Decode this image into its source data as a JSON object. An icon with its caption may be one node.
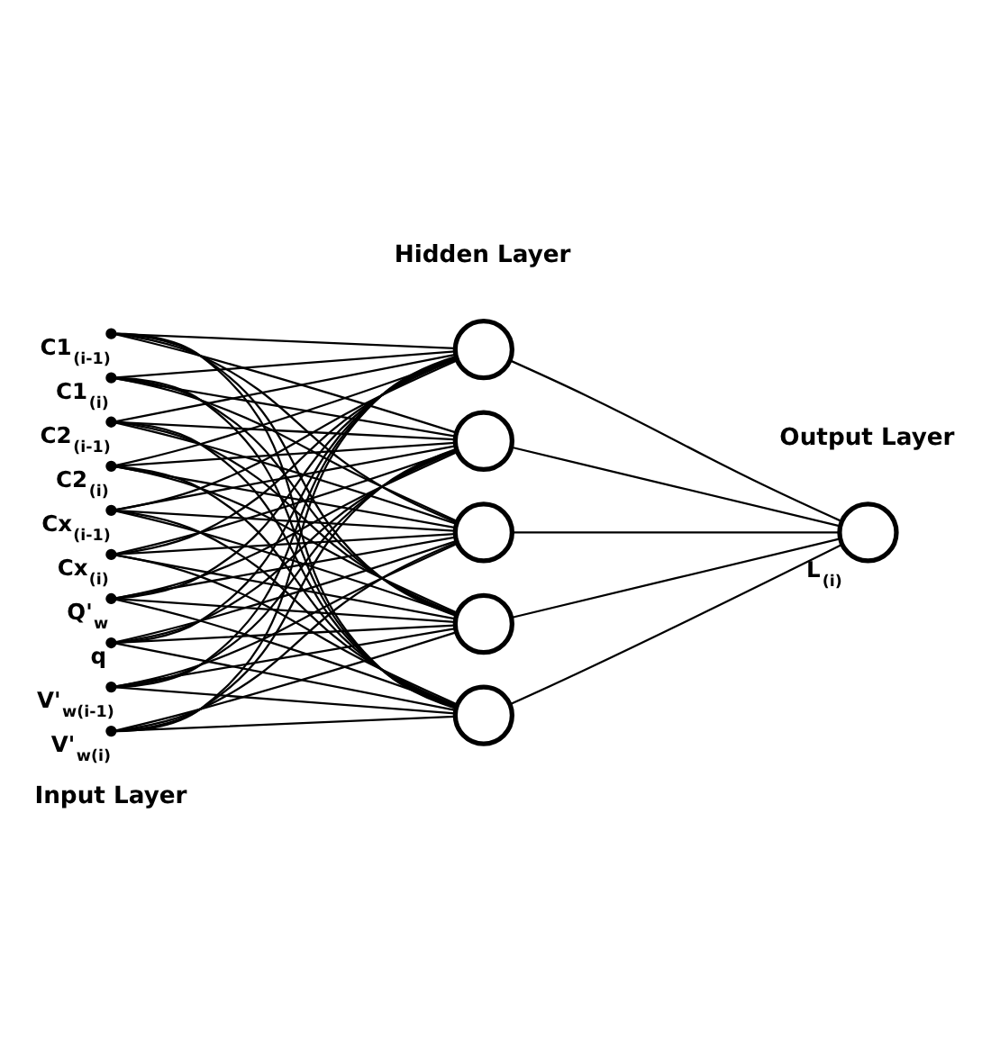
{
  "diagram": {
    "nodes": [
      {
        "text": [],
        "shape": "circle",
        "beside": [
          "Q'$_{w}$"
        ]
      },
      {
        "text": [],
        "shape": "circle",
        "beside": [
          "q"
        ]
      },
      {
        "text": [],
        "shape": "circle",
        "beside": [
          "V'$_{w(i-1)}$"
        ]
      },
      {
        "text": [],
        "shape": "circle",
        "beside": [
          "V'$_{w(i)}$"
        ]
      },
      {
        "text": [],
        "shape": "circle",
        "beside": [
          "C1$_{(i-1)}$"
        ]
      },
      {
        "text": [],
        "shape": "circle",
        "beside": [
          "C1$_{(i)}$"
        ]
      },
      {
        "text": [],
        "shape": "circle",
        "beside": [
          "C2$_{(i-1)}$"
        ]
      },
      {
        "text": [],
        "shape": "circle",
        "beside": [
          "C2$_{(i)}$"
        ]
      },
      {
        "text": [],
        "shape": "circle",
        "beside": [
          "Cx$_{(i-1)}$"
        ]
      },
      {
        "text": [],
        "shape": "circle",
        "beside": [
          "Cx$_{(i)}$"
        ]
      },
      {
        "text": [],
        "shape": "circle"
      },
      {
        "text": [],
        "shape": "circle"
      },
      {
        "text": [],
        "shape": "circle"
      },
      {
        "text": [],
        "shape": "circle"
      },
      {
        "text": [],
        "shape": "circle"
      },
      {
        "text": [],
        "shape": "circle",
        "beside": [
          "L$_{(i)}$"
        ]
      }
    ],
    "edges": [
      {
        "from": 0,
        "to": 10,
        "arrow": "none"
      },
      {
        "from": 0,
        "to": 11,
        "arrow": "none"
      },
      {
        "from": 0,
        "to": 12,
        "arrow": "none"
      },
      {
        "from": 0,
        "to": 13,
        "arrow": "none"
      },
      {
        "from": 0,
        "to": 14,
        "arrow": "none"
      },
      {
        "from": 1,
        "to": 10,
        "arrow": "none"
      },
      {
        "from": 1,
        "to": 11,
        "arrow": "none"
      },
      {
        "from": 1,
        "to": 12,
        "arrow": "none"
      },
      {
        "from": 1,
        "to": 13,
        "arrow": "none"
      },
      {
        "from": 1,
        "to": 14,
        "arrow": "none"
      },
      {
        "from": 2,
        "to": 10,
        "arrow": "none"
      },
      {
        "from": 2,
        "to": 11,
        "arrow": "none"
      },
      {
        "from": 2,
        "to": 12,
        "arrow": "none"
      },
      {
        "from": 2,
        "to": 13,
        "arrow": "none"
      },
      {
        "from": 2,
        "to": 14,
        "arrow": "none"
      },
      {
        "from": 3,
        "to": 10,
        "arrow": "none"
      },
      {
        "from": 3,
        "to": 11,
        "arrow": "none"
      },
      {
        "from": 3,
        "to": 12,
        "arrow": "none"
      },
      {
        "from": 3,
        "to": 13,
        "arrow": "none"
      },
      {
        "from": 3,
        "to": 14,
        "arrow": "none"
      },
      {
        "from": 4,
        "to": 10,
        "arrow": "none"
      },
      {
        "from": 4,
        "to": 11,
        "arrow": "none"
      },
      {
        "from": 4,
        "to": 12,
        "arrow": "none"
      },
      {
        "from": 4,
        "to": 13,
        "arrow": "none"
      },
      {
        "from": 4,
        "to": 14,
        "arrow": "none"
      },
      {
        "from": 5,
        "to": 10,
        "arrow": "none"
      },
      {
        "from": 5,
        "to": 11,
        "arrow": "none"
      },
      {
        "from": 5,
        "to": 12,
        "arrow": "none"
      },
      {
        "from": 5,
        "to": 13,
        "arrow": "none"
      },
      {
        "from": 5,
        "to": 14,
        "arrow": "none"
      },
      {
        "from": 6,
        "to": 10,
        "arrow": "none"
      },
      {
        "from": 6,
        "to": 11,
        "arrow": "none"
      },
      {
        "from": 6,
        "to": 12,
        "arrow": "none"
      },
      {
        "from": 6,
        "to": 13,
        "arrow": "none"
      },
      {
        "from": 6,
        "to": 14,
        "arrow": "none"
      },
      {
        "from": 7,
        "to": 10,
        "arrow": "none"
      },
      {
        "from": 7,
        "to": 11,
        "arrow": "none"
      },
      {
        "from": 7,
        "to": 12,
        "arrow": "none"
      },
      {
        "from": 7,
        "to": 13,
        "arrow": "none"
      },
      {
        "from": 7,
        "to": 14,
        "arrow": "none"
      },
      {
        "from": 8,
        "to": 10,
        "arrow": "none"
      },
      {
        "from": 8,
        "to": 11,
        "arrow": "none"
      },
      {
        "from": 8,
        "to": 12,
        "arrow": "none"
      },
      {
        "from": 8,
        "to": 13,
        "arrow": "none"
      },
      {
        "from": 8,
        "to": 14,
        "arrow": "none"
      },
      {
        "from": 9,
        "to": 10,
        "arrow": "none"
      },
      {
        "from": 9,
        "to": 11,
        "arrow": "none"
      },
      {
        "from": 9,
        "to": 12,
        "arrow": "none"
      },
      {
        "from": 9,
        "to": 13,
        "arrow": "none"
      },
      {
        "from": 9,
        "to": 14,
        "arrow": "none"
      },
      {
        "from": 10,
        "to": 15,
        "arrow": "none"
      },
      {
        "from": 11,
        "to": 15,
        "arrow": "none"
      },
      {
        "from": 12,
        "to": 15,
        "arrow": "none"
      },
      {
        "from": 13,
        "to": 15,
        "arrow": "none"
      },
      {
        "from": 14,
        "to": 15,
        "arrow": "none"
      }
    ],
    "labels": [
      "Input Layer",
      "Hidden Layer",
      "Output Layer"
    ]
  }
}
